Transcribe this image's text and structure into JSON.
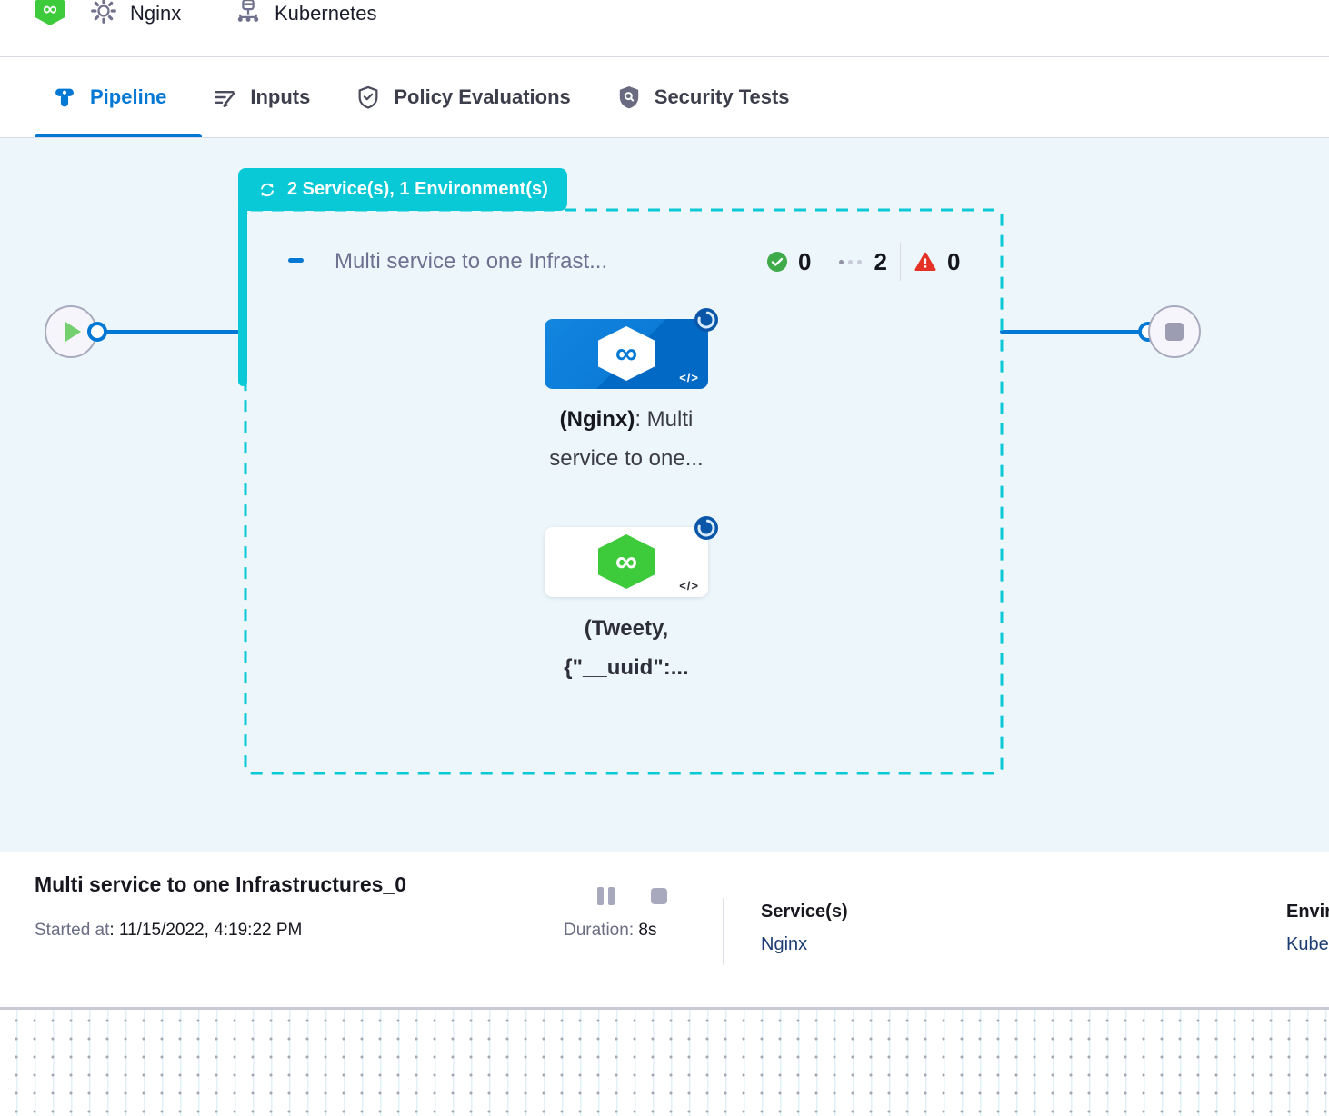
{
  "header": {
    "service_crumb": "Nginx",
    "environment_crumb": "Kubernetes"
  },
  "tabs": [
    {
      "label": "Pipeline",
      "active": true
    },
    {
      "label": "Inputs",
      "active": false
    },
    {
      "label": "Policy Evaluations",
      "active": false
    },
    {
      "label": "Security Tests",
      "active": false
    }
  ],
  "pipeline": {
    "group_label": "2 Service(s), 1 Environment(s)",
    "stage": {
      "name": "Multi service to one Infrast...",
      "counts": {
        "success": "0",
        "running": "2",
        "failed": "0"
      }
    },
    "nodes": [
      {
        "line1_bold": "(Nginx)",
        "line1_rest": ": Multi",
        "line2": "service to one...",
        "code_glyph": "</>"
      },
      {
        "line1_bold": "(Tweety,",
        "line2": "{\"__uuid\":...",
        "code_glyph": "</>"
      }
    ]
  },
  "footer": {
    "title": "Multi service to one Infrastructures_0",
    "started_label": "Started at",
    "started_value": ": 11/15/2022, 4:19:22 PM",
    "duration_label": "Duration:",
    "duration_value": "8s",
    "services_label": "Service(s)",
    "services_value": "Nginx",
    "environments_label": "Environment(s)",
    "environments_value": "Kubernetes"
  },
  "colors": {
    "accent_blue": "#0278D5",
    "stage_teal": "#0AC9D6",
    "harness_green": "#3ECB3B",
    "success_green": "#3FAA49",
    "fail_red": "#E43326",
    "link_navy": "#1D3C73",
    "canvas_bg": "#EDF7FB"
  },
  "glyphs": {
    "infinity": "∞"
  }
}
